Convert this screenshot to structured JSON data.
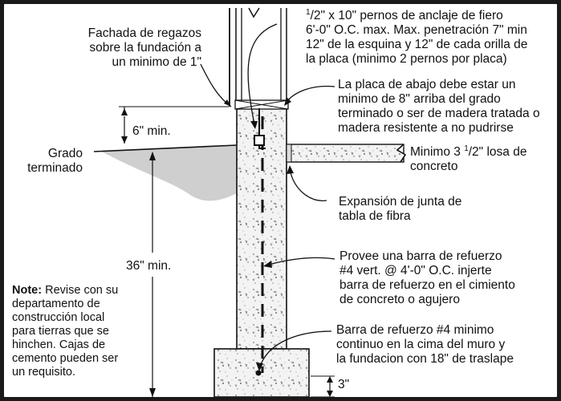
{
  "labels": {
    "fachada": [
      "Fachada de regazos",
      "sobre la fundación a",
      "un minimo de 1\""
    ],
    "pernos": {
      "first_sup": "1",
      "first_rest": "/2\" x 10\" pernos de anclaje de fiero",
      "lines": [
        "6'-0\" O.C. max.  Max. penetración 7\" min",
        "12\" de la esquina y 12\" de cada orilla de",
        "la placa (minimo 2 pernos por placa)"
      ]
    },
    "placa": [
      "La placa de abajo debe estar un",
      "minimo de 8\" arriba del grado",
      "terminado o ser de madera tratada o",
      "madera resistente a no pudrirse"
    ],
    "six_min": "6\" min.",
    "grado": [
      "Grado",
      "terminado"
    ],
    "losa": {
      "prefix": "Minimo 3 ",
      "sup": "1",
      "after": "/2\" losa de",
      "line2": "concreto"
    },
    "expansion": [
      "Expansión de junta de",
      "tabla de fibra"
    ],
    "provee": [
      "Provee una barra de refuerzo",
      "#4 vert. @ 4'-0\" O.C. injerte",
      "barra de refuerzo en el cimiento",
      "de concreto o agujero"
    ],
    "thirty_six": "36\" min.",
    "note": {
      "bold": "Note:",
      "first_rest": " Revise con su",
      "lines": [
        "departamento de",
        "construcción local",
        "para tierras que se",
        "hinchen.  Cajas de",
        "cemento pueden ser",
        "un requisito."
      ]
    },
    "barra4": [
      "Barra de refuerzo #4 minimo",
      "continuo en la cima del muro y",
      "la fundacion con 18\" de traslape"
    ],
    "three": "3\""
  }
}
